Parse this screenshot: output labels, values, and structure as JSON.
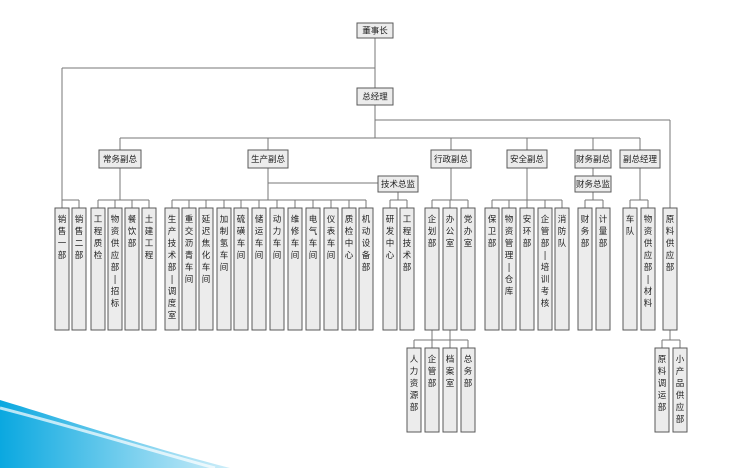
{
  "org": {
    "chairman": "董事长",
    "gm": "总经理",
    "sales": [
      "销售一部",
      "销售二部"
    ],
    "vps": {
      "regular": "常务副总",
      "production": "生产副总",
      "tech_director": "技术总监",
      "admin": "行政副总",
      "safety": "安全副总",
      "finance": "财务副总",
      "finance_director": "财务总监",
      "deputy_gm": "副总经理"
    },
    "depts": {
      "regular": [
        "工程质检",
        "物资供应部－招标",
        "餐饮部",
        "土建工程"
      ],
      "production": [
        "生产技术部－调度室",
        "重交沥青车间",
        "延迟焦化车间",
        "加制氢车间",
        "硫磺车间",
        "储运车间",
        "动力车间",
        "维修车间",
        "电气车间",
        "仪表车间",
        "质检中心",
        "机动设备部"
      ],
      "tech": [
        "研发中心",
        "工程技术部"
      ],
      "admin": [
        "企划部",
        "办公室",
        "党办室"
      ],
      "admin_sub": [
        "人力资源部",
        "企管部",
        "档案室",
        "总务部"
      ],
      "safety": [
        "保卫部",
        "物资管理－仓库",
        "安环部",
        "企管部－培训考核",
        "消防队"
      ],
      "finance": [
        "财务部",
        "计量部"
      ],
      "deputy": [
        "车队",
        "物资供应部－材料"
      ],
      "raw": "原料供应部",
      "raw_sub": [
        "原料调运部",
        "小产品供应部"
      ]
    }
  }
}
